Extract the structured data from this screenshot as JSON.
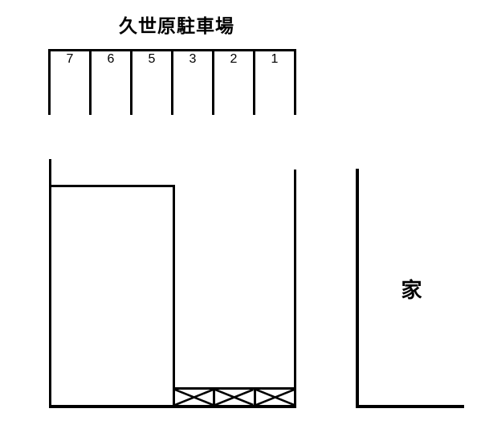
{
  "title": "久世原駐車場",
  "parking": {
    "stalls": [
      {
        "label": "7"
      },
      {
        "label": "6"
      },
      {
        "label": "5"
      },
      {
        "label": "3"
      },
      {
        "label": "2"
      },
      {
        "label": "1"
      }
    ],
    "blocked_cells_count": 3
  },
  "house": {
    "label": "家"
  },
  "icons": {
    "blocked_marker": "x-mark"
  },
  "colors": {
    "line": "#000000",
    "background": "#ffffff"
  }
}
